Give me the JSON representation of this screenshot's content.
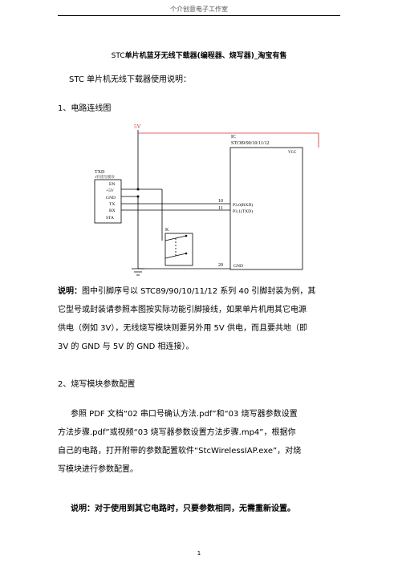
{
  "header": {
    "text": "个介创意电子工作室"
  },
  "title": {
    "prefix": "STC",
    "bold": "单片机蓝牙无线下载器(编程器、烧写器)_淘宝有售"
  },
  "intro": "STC 单片机无线下载器使用说明：",
  "section1": {
    "heading": "1、电路连线图"
  },
  "diagram": {
    "power_label": "5V",
    "ic_ref": "IC",
    "ic_part": "STC89/90/10/11/12",
    "ic_vcc": "VCC",
    "ic_p30": "P3.0(RXD)",
    "ic_p31": "P3.1(TXD)",
    "ic_gnd": "GND",
    "pin_10": "10",
    "pin_11": "11",
    "pin_20": "20",
    "module_ref": "TXD",
    "module_name": "4针烧写模块",
    "module_pins": [
      "EN",
      "+5V",
      "GND",
      "TX",
      "RX",
      "STA"
    ],
    "switch_ref": "K"
  },
  "note1": {
    "label": "说明：",
    "lines": [
      "图中引脚序号以 STC89/90/10/11/12 系列 40 引脚封装为例，其",
      "它型号或封装请参照本图按实际功能引脚接线，如果单片机用其它电源",
      "供电（例如 3V），无线烧写模块则要另外用 5V 供电，而且要共地（即",
      "3V 的 GND 与 5V 的 GND 相连接）。"
    ]
  },
  "section2": {
    "heading": "2、烧写模块参数配置",
    "lines": [
      "参照 PDF 文档“02 串口号确认方法.pdf”和“03 烧写器参数设置",
      "方法步骤.pdf”或视频“03 烧写器参数设置方法步骤.mp4”，根据你",
      "自己的电路，打开附带的参数配置软件“StcWirelessIAP.exe”，对烧",
      "写模块进行参数配置。"
    ]
  },
  "note2": {
    "text": "说明：对于使用到其它电路时，只要参数相同，无需重新设置。"
  },
  "footer": {
    "page": "1"
  }
}
